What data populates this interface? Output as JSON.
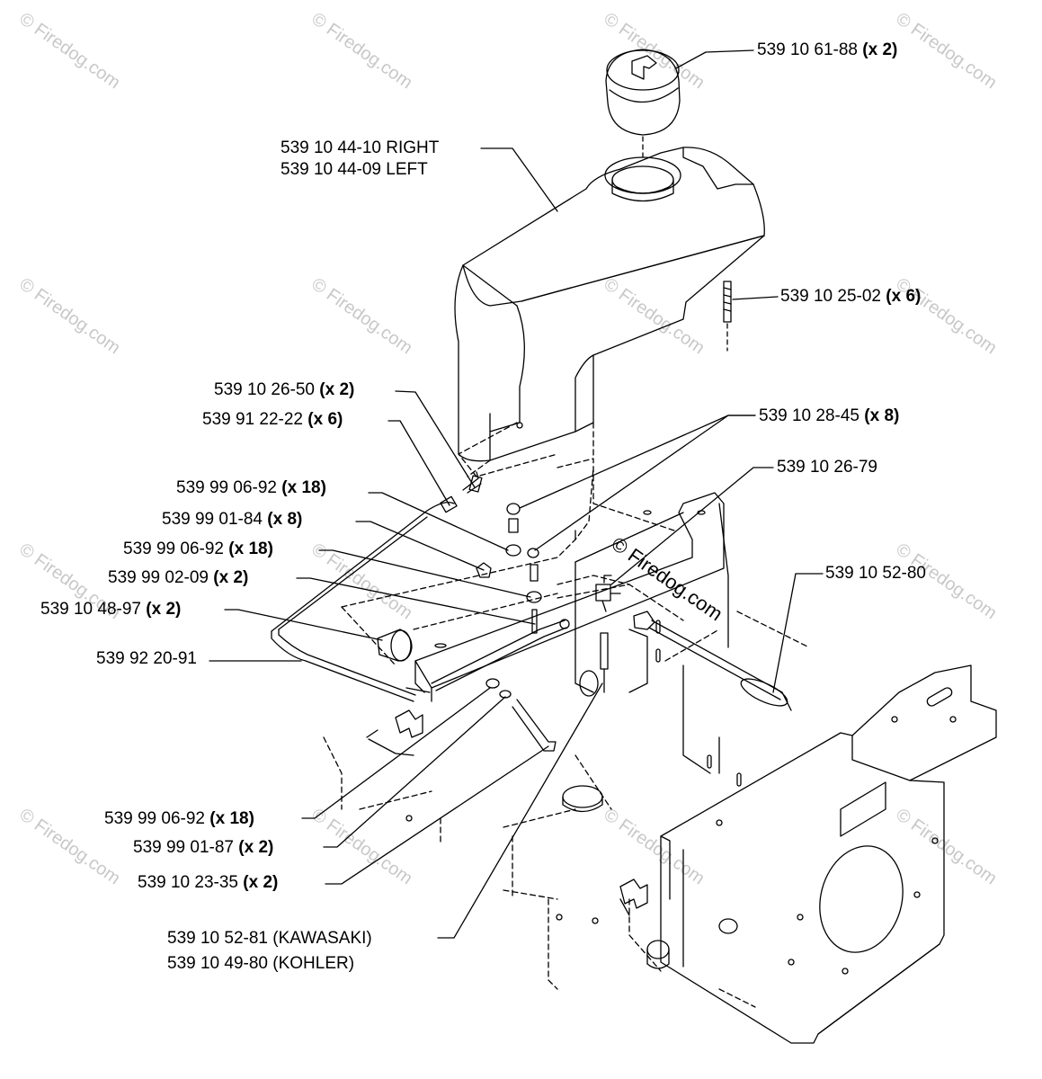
{
  "watermark": "© Firedog.com",
  "labels": {
    "cap": {
      "part": "539 10 61-88",
      "qty": "(x 2)"
    },
    "tank_right": {
      "part": "539 10 44-10 RIGHT"
    },
    "tank_left": {
      "part": "539 10 44-09 LEFT"
    },
    "stud": {
      "part": "539 10 25-02",
      "qty": "(x 6)"
    },
    "fitting": {
      "part": "539 10 26-50",
      "qty": "(x 2)"
    },
    "clamp": {
      "part": "539 91 22-22",
      "qty": "(x 6)"
    },
    "grommet": {
      "part": "539 10 28-45",
      "qty": "(x 8)"
    },
    "valve": {
      "part": "539 10 26-79"
    },
    "washer_a": {
      "part": "539 99 06-92",
      "qty": "(x 18)"
    },
    "nut_a": {
      "part": "539 99 01-84",
      "qty": "(x 8)"
    },
    "washer_b": {
      "part": "539 99 06-92",
      "qty": "(x 18)"
    },
    "bolt_a": {
      "part": "539 99 02-09",
      "qty": "(x 2)"
    },
    "filter": {
      "part": "539 10 48-97",
      "qty": "(x 2)"
    },
    "fuel_line": {
      "part": "539 92 20-91"
    },
    "hose": {
      "part": "539 10 52-80"
    },
    "washer_c": {
      "part": "539 99 06-92",
      "qty": "(x 18)"
    },
    "nut_b": {
      "part": "539 99 01-87",
      "qty": "(x 2)"
    },
    "bolt_b": {
      "part": "539 10 23-35",
      "qty": "(x 2)"
    },
    "line_kawasaki": {
      "part": "539 10 52-81 (KAWASAKI)"
    },
    "line_kohler": {
      "part": "539 10 49-80 (KOHLER)"
    }
  }
}
